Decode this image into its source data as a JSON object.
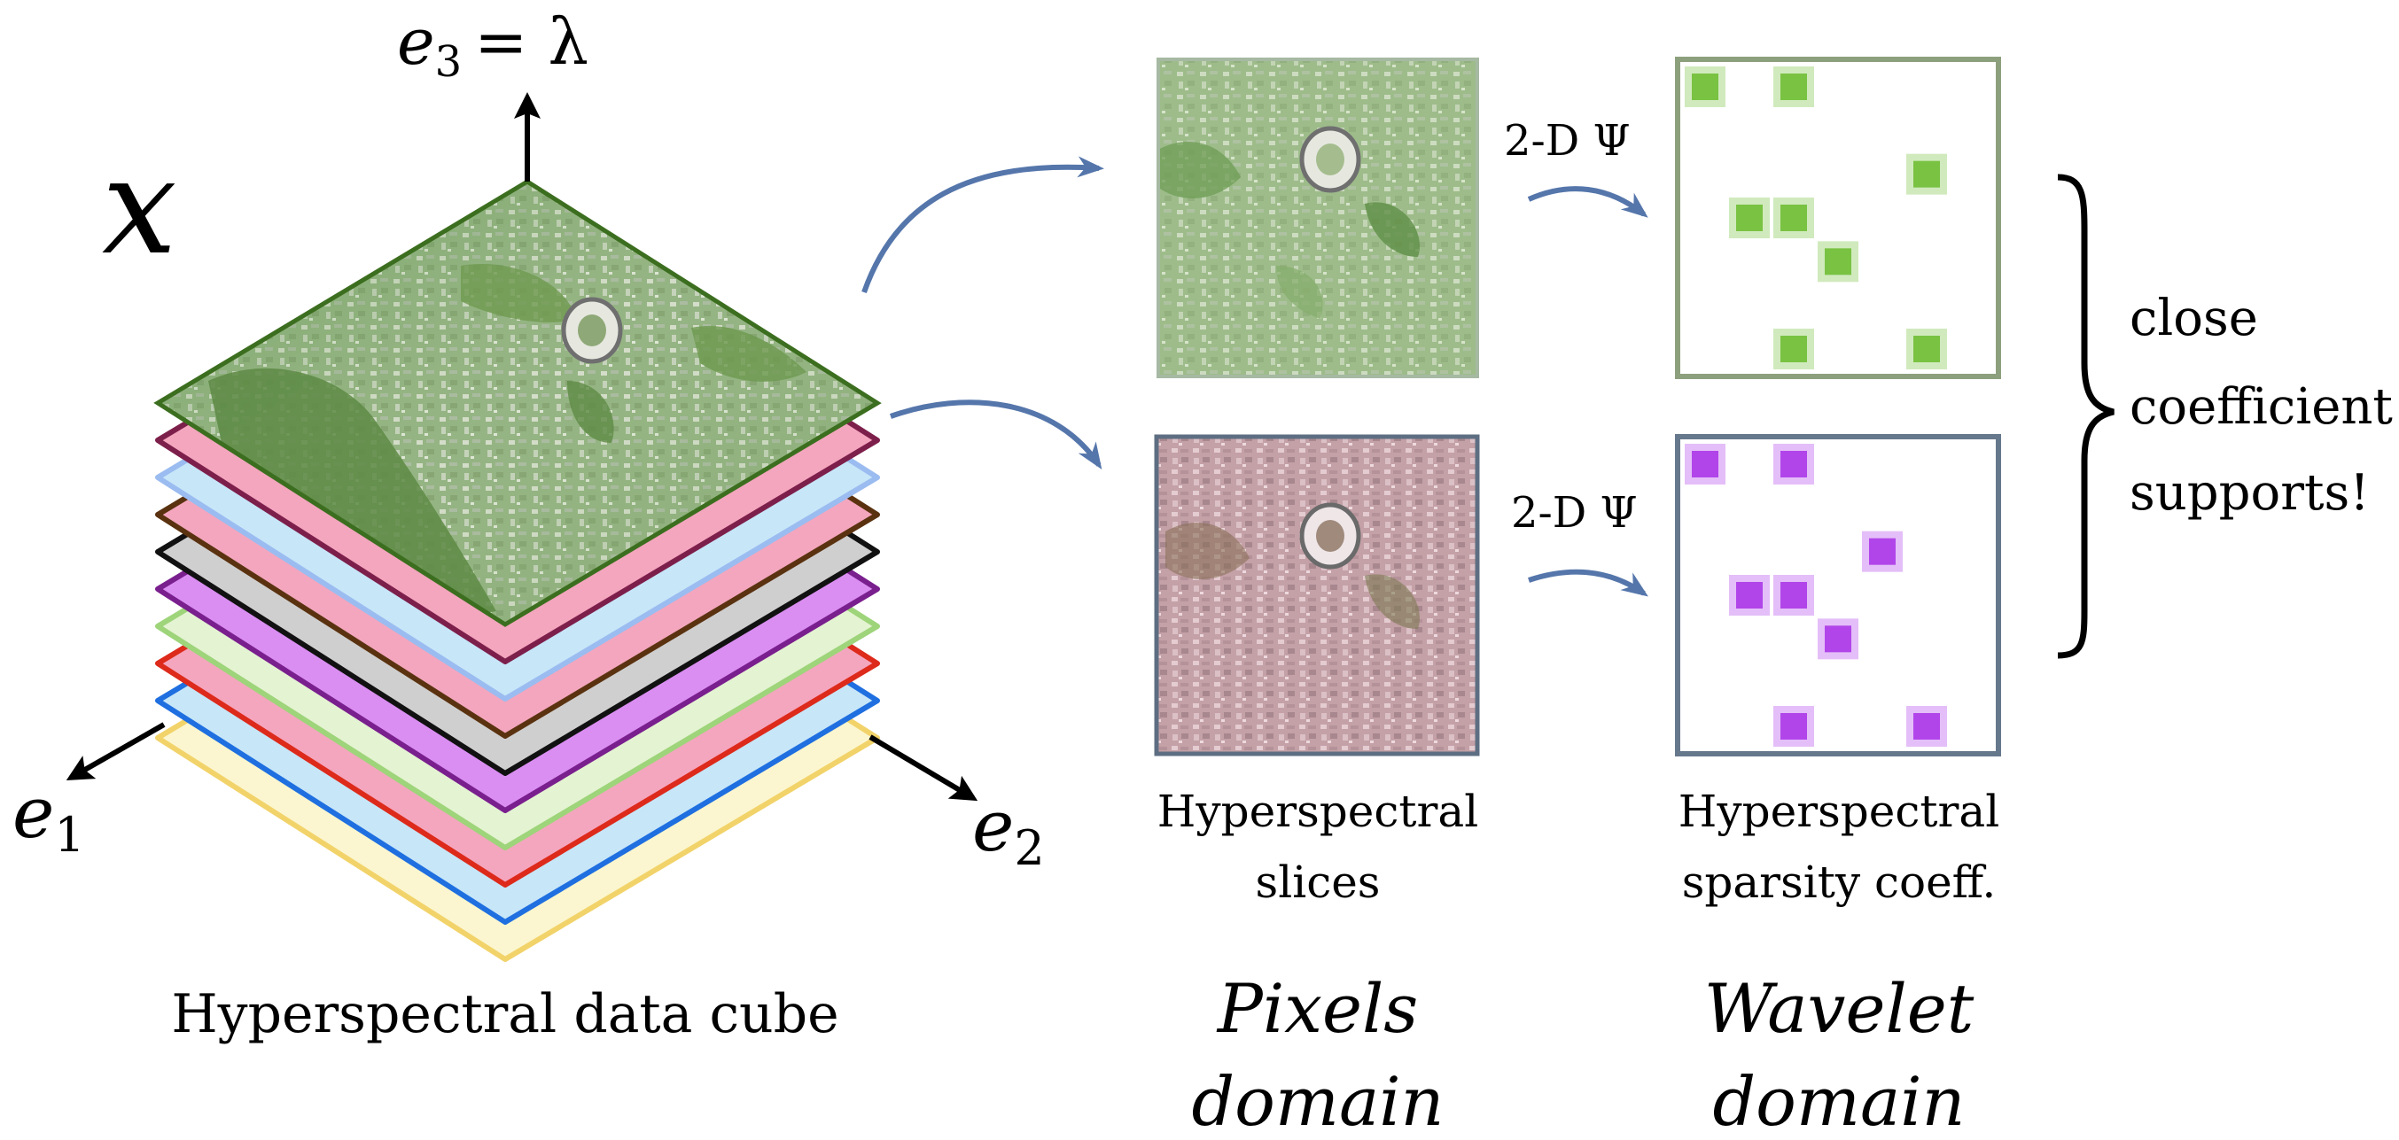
{
  "cube": {
    "symbol": "x",
    "axis_vertical": {
      "base": "e",
      "sub": "3",
      "rhs": "= λ"
    },
    "axis_left": {
      "base": "e",
      "sub": "1"
    },
    "axis_right": {
      "base": "e",
      "sub": "2"
    },
    "caption": "Hyperspectral data cube",
    "top_layer": {
      "tone": "green aerial image",
      "border": "#3c6e1f"
    },
    "layer_colors": [
      "#7d1f4b",
      "#9bbcf0",
      "#5a3210",
      "#111111",
      "#7a1f8e",
      "#9ed47a",
      "#dd2a1b",
      "#1f6fe0",
      "#f2d36a"
    ],
    "layer_fills": [
      "#f4a6be",
      "#c7e6f8",
      "#f4a6be",
      "#cfcfcf",
      "#da8ef2",
      "#e4f3d2",
      "#f4a6be",
      "#c7e6f8",
      "#fbf6cf"
    ]
  },
  "transform_label": "2-D Ψ",
  "slices": {
    "line1": "Hyperspectral",
    "line2": "slices",
    "top_border": "#a6b9a2",
    "bottom_border": "#5e6e82"
  },
  "coeff": {
    "line1": "Hyperspectral",
    "line2": "sparsity coeff.",
    "grid_rows": 6,
    "grid_cols": 6,
    "top": {
      "color": "#79c242",
      "border": "#8da07d",
      "cells": [
        [
          0,
          0
        ],
        [
          0,
          2
        ],
        [
          2,
          5
        ],
        [
          3,
          1
        ],
        [
          3,
          2
        ],
        [
          4,
          3
        ],
        [
          6,
          2
        ],
        [
          6,
          5
        ]
      ]
    },
    "bottom": {
      "color": "#b145ea",
      "border": "#66788c",
      "cells": [
        [
          0,
          0
        ],
        [
          0,
          2
        ],
        [
          2,
          4
        ],
        [
          3,
          1
        ],
        [
          3,
          2
        ],
        [
          4,
          3
        ],
        [
          6,
          2
        ],
        [
          6,
          5
        ]
      ]
    }
  },
  "domains": {
    "pixels": {
      "line1": "Pixels",
      "line2": "domain"
    },
    "wavelet": {
      "line1": "Wavelet",
      "line2": "domain"
    }
  },
  "brace_label": [
    "close",
    "coefficient",
    "supports!"
  ],
  "colors": {
    "arrow": "#5576ab",
    "axis": "#000000"
  }
}
